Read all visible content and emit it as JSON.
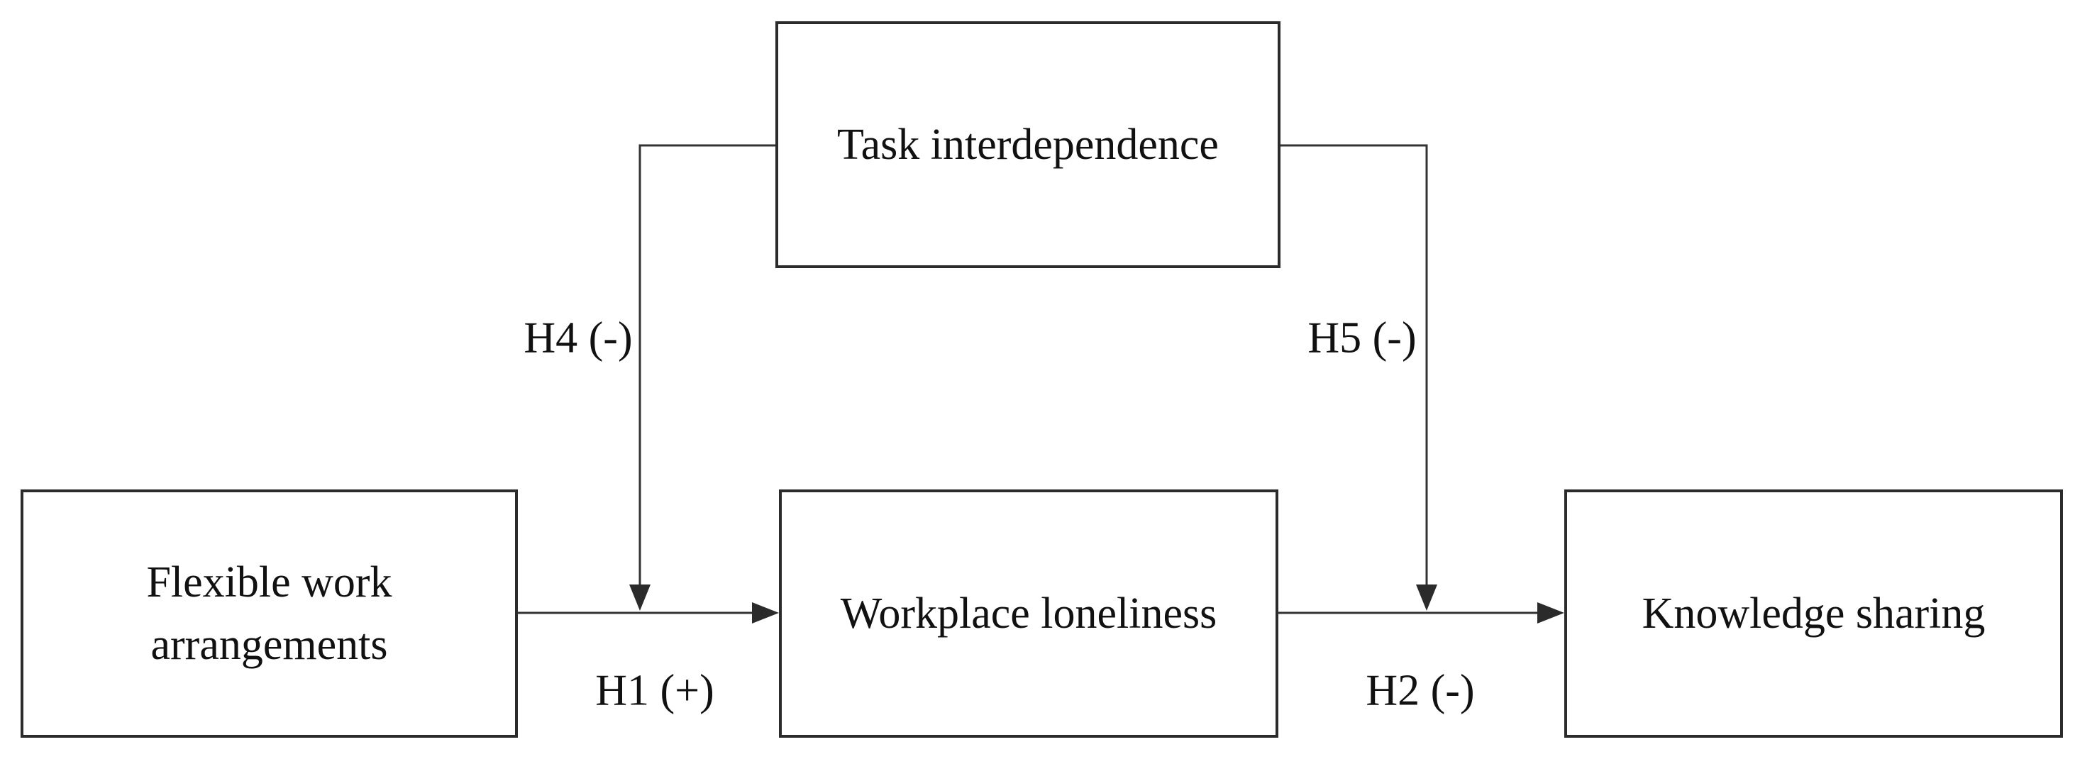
{
  "figure": {
    "background": "#ffffff",
    "line_color": "#333333",
    "border_color": "#2b2b2b",
    "text_color": "#111111"
  },
  "nodes": {
    "task_interdependence": {
      "label": "Task interdependence"
    },
    "flexible_work_arrangements": {
      "label": "Flexible work arrangements"
    },
    "workplace_loneliness": {
      "label": "Workplace loneliness"
    },
    "knowledge_sharing": {
      "label": "Knowledge sharing"
    }
  },
  "edges": {
    "h1": {
      "label": "H1 (+)",
      "from": "flexible_work_arrangements",
      "to": "workplace_loneliness",
      "sign": "+"
    },
    "h2": {
      "label": "H2 (-)",
      "from": "workplace_loneliness",
      "to": "knowledge_sharing",
      "sign": "-"
    },
    "h4": {
      "label": "H4 (-)",
      "from": "task_interdependence",
      "to": "h1",
      "sign": "-"
    },
    "h5": {
      "label": "H5 (-)",
      "from": "task_interdependence",
      "to": "h2",
      "sign": "-"
    }
  }
}
